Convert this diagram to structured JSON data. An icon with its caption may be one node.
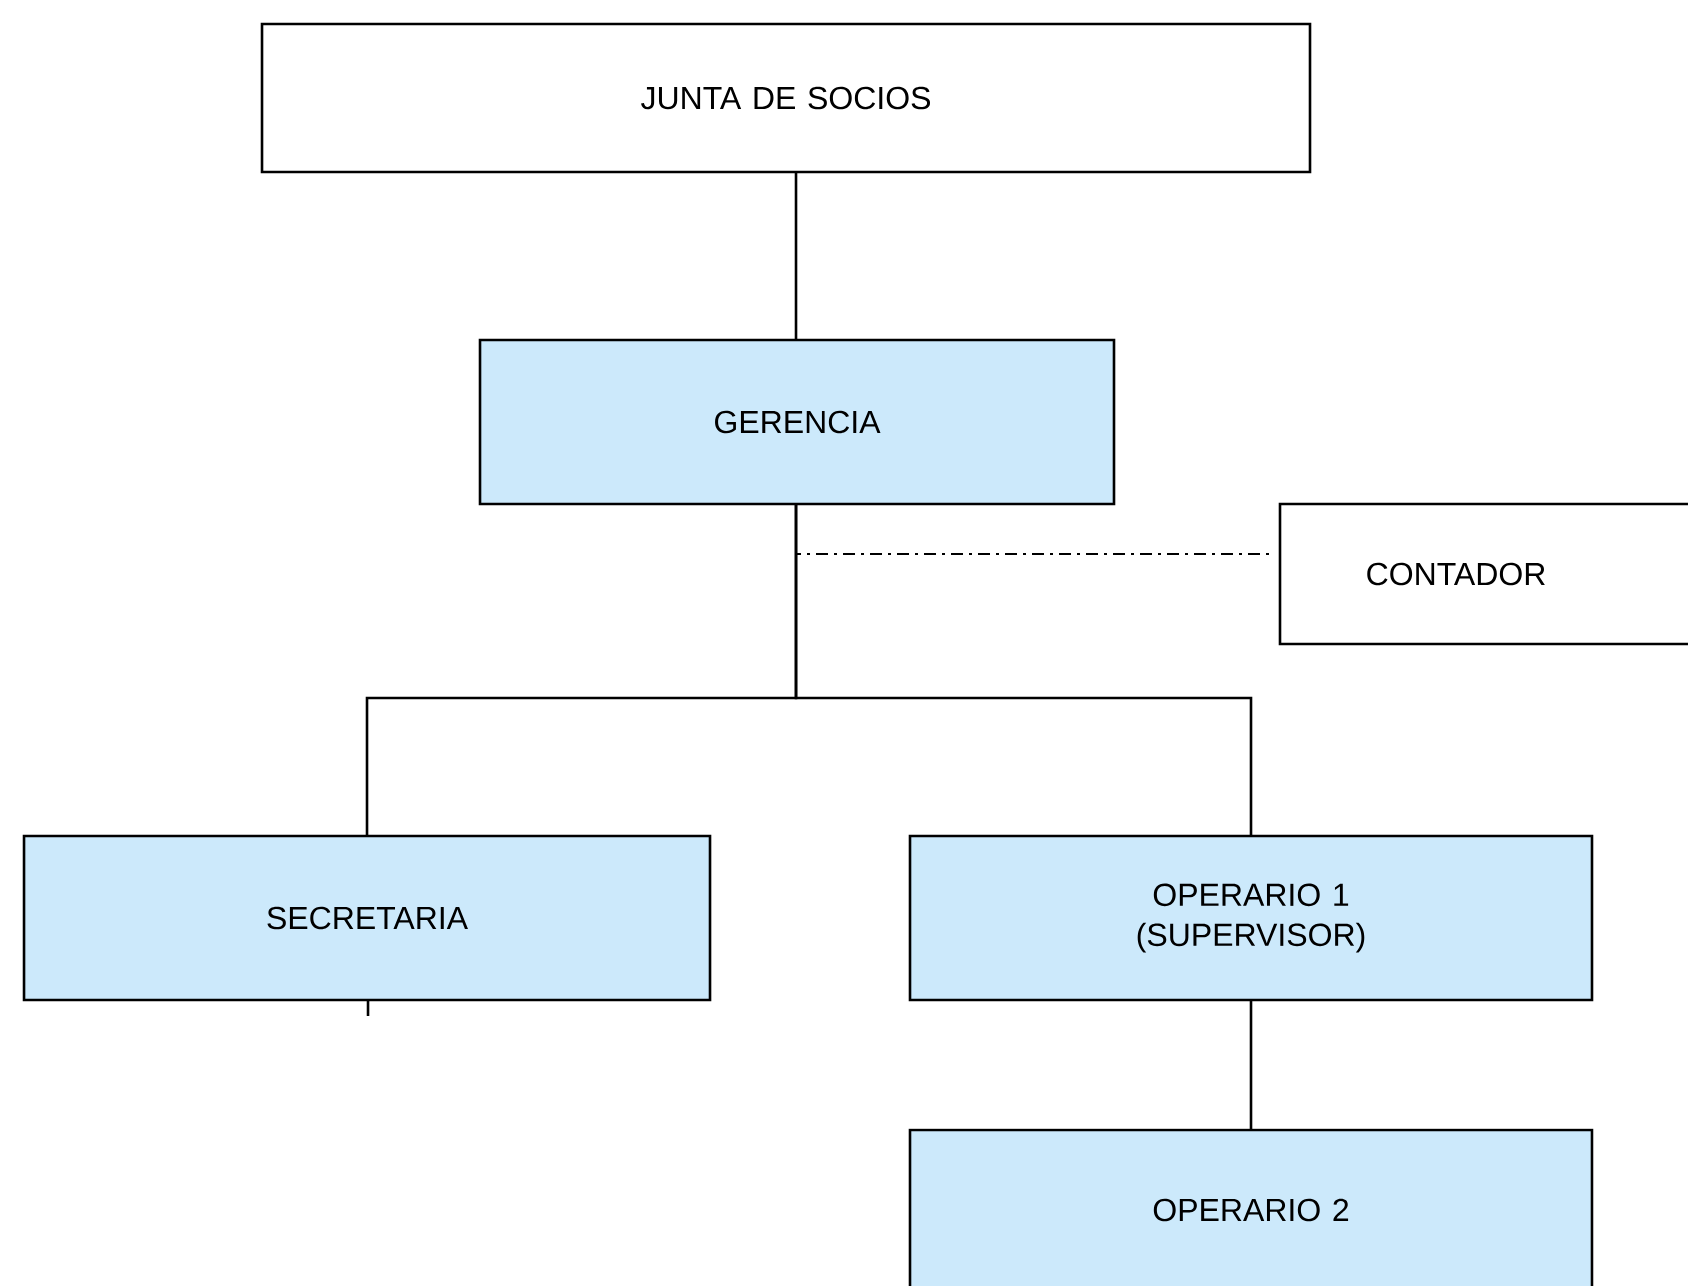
{
  "diagram": {
    "nodes": [
      {
        "text": [
          "JUNTA DE SOCIOS"
        ]
      },
      {
        "text": [
          "GERENCIA"
        ]
      },
      {
        "text": [
          "CONTADOR"
        ]
      },
      {
        "text": [
          "SECRETARIA"
        ]
      },
      {
        "text": [
          "OPERARIO 1 (SUPERVISOR)"
        ]
      },
      {
        "text": [
          "OPERARIO 2"
        ]
      }
    ],
    "edges": [
      {
        "from": 0,
        "to": 1,
        "arrow": "none"
      },
      {
        "from": 1,
        "to": 2,
        "arrow": "none",
        "style": "dashed"
      },
      {
        "from": 1,
        "to": 3,
        "arrow": "none"
      },
      {
        "from": 1,
        "to": 4,
        "arrow": "none"
      },
      {
        "from": 4,
        "to": 5,
        "arrow": "none"
      }
    ]
  }
}
